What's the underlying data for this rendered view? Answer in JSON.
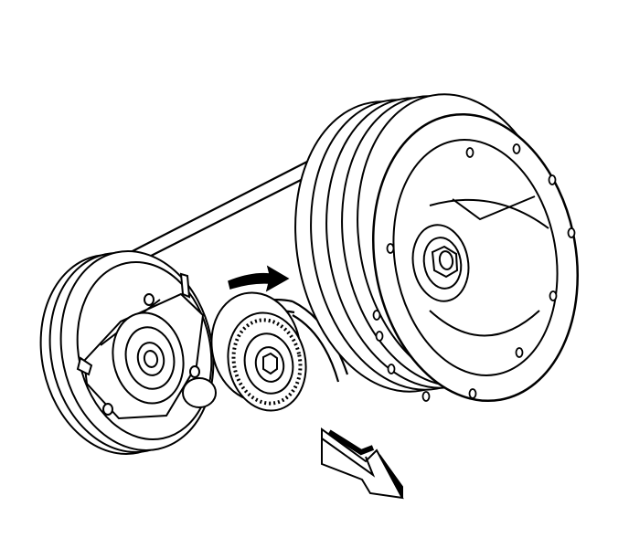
{
  "figure": {
    "line_color": "#000000",
    "fill_color": "#ffffff",
    "arrow_fill": "#000000",
    "icons": [
      "crankshaft-balancer-pulley",
      "belt-tensioner-pulley",
      "compressor-clutch-pulley",
      "drive-belt",
      "rotation-direction-arrow",
      "outline-direction-arrow"
    ]
  }
}
